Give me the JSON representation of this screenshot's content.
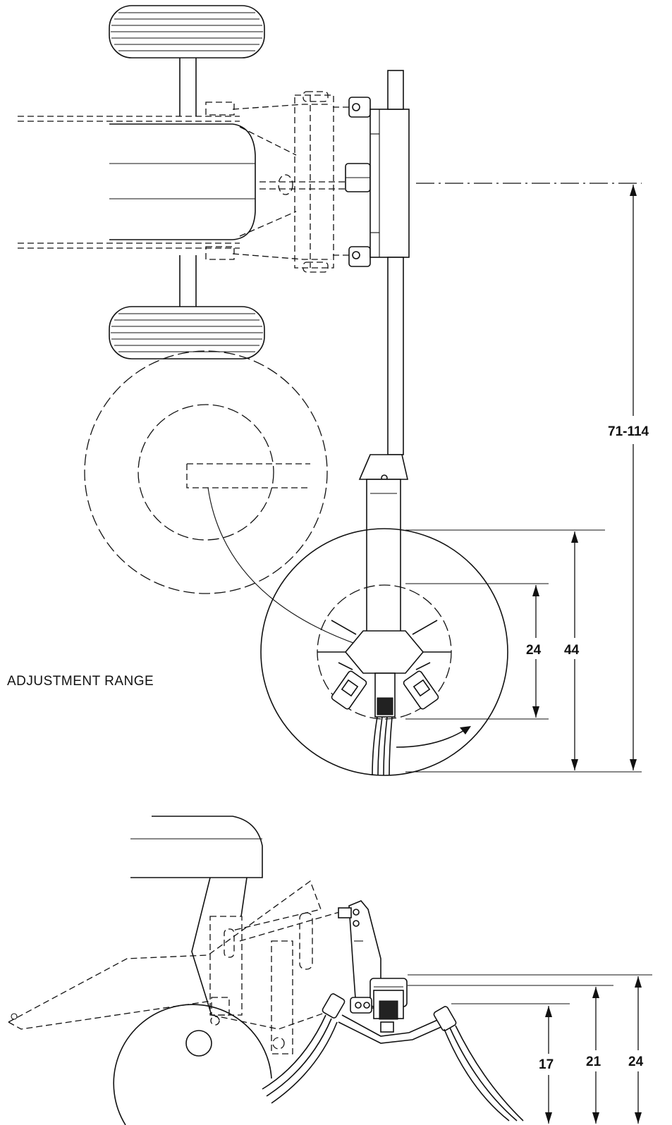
{
  "top_view": {
    "caption": "ADJUSTMENT RANGE",
    "dim_total": "71-114",
    "dim_inner": "24",
    "dim_outer": "44"
  },
  "side_view": {
    "dim_a": "17",
    "dim_b": "21",
    "dim_c": "24"
  }
}
